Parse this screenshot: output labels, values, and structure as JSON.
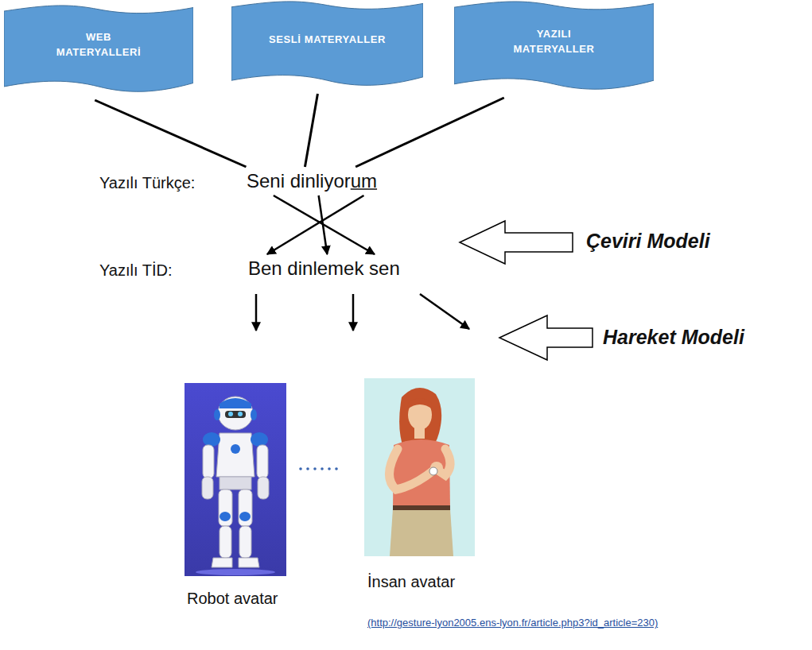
{
  "diagram": {
    "nodes": [
      {
        "text": [
          "WEB MATERYALLERİ"
        ]
      },
      {
        "text": [
          "SESLİ MATERYALLER"
        ]
      },
      {
        "text": [
          "YAZILI MATERYALLER"
        ]
      },
      {
        "text": [
          "Seni dinliyorum"
        ]
      },
      {
        "text": [
          "Ben dinlemek sen"
        ]
      }
    ],
    "edges": [
      {
        "from": 0,
        "to": 3,
        "arrow": "none"
      },
      {
        "from": 1,
        "to": 3,
        "arrow": "none"
      },
      {
        "from": 2,
        "to": 3,
        "arrow": "none"
      },
      {
        "from": 3,
        "to": 4,
        "arrow": "to"
      },
      {
        "from": 3,
        "to": 4,
        "arrow": "to"
      },
      {
        "from": 3,
        "to": 4,
        "arrow": "to"
      }
    ],
    "labels": [
      "Yazılı Türkçe:",
      "Yazılı TİD:",
      "Çeviri Modeli",
      "Hareket Modeli",
      "Robot avatar",
      "İnsan avatar",
      "(http://gesture-lyon2005.ens-lyon.fr/article.php3?id_article=230)"
    ]
  }
}
